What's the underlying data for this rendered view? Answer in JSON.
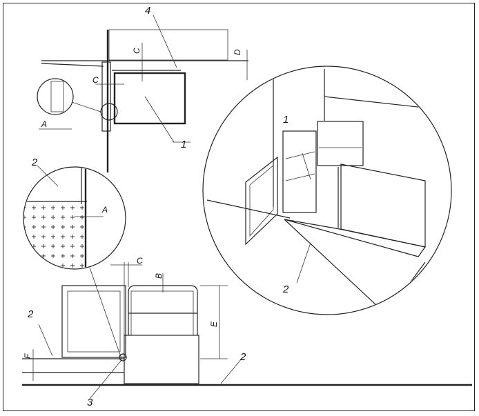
{
  "callouts": {
    "top_4": "4",
    "top_1": "1",
    "left_2": "2",
    "left_bottom_2": "2",
    "bottom_3": "3",
    "floor_2": "2",
    "circle_1": "1",
    "circle_2": "2"
  },
  "dimensions": {
    "c_top_v": "C",
    "c_top_h": "C",
    "d": "D",
    "a_top": "A",
    "a_detail": "A",
    "c_side": "C",
    "b": "B",
    "e": "E",
    "f": "F"
  },
  "colors": {
    "line": "#222222",
    "background": "#ffffff"
  }
}
